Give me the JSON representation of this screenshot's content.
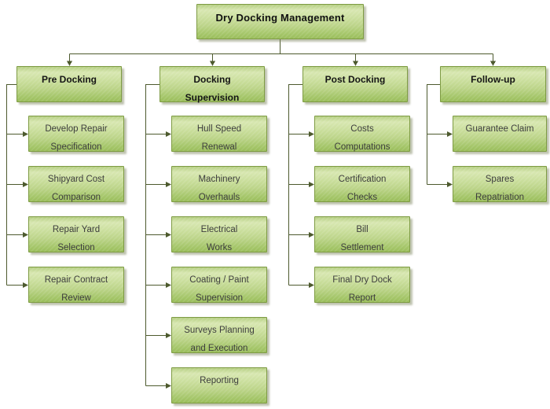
{
  "title": "Dry Docking Management",
  "colors": {
    "box_border": "#7e9b44",
    "box_gradient_light": "#d8e7b1",
    "box_gradient_dark": "#9abd5b",
    "connector": "#4d5a2e",
    "header_text": "#151515",
    "item_text": "#3d3d3d",
    "background": "#ffffff"
  },
  "columns": [
    {
      "title": "Pre Docking",
      "items": [
        "Develop Repair\nSpecification",
        "Shipyard Cost\nComparison",
        "Repair Yard\nSelection",
        "Repair Contract\nReview"
      ]
    },
    {
      "title": "Docking\nSupervision",
      "items": [
        "Hull Speed\nRenewal",
        "Machinery\nOverhauls",
        "Electrical\nWorks",
        "Coating / Paint\nSupervision",
        "Surveys Planning\nand Execution",
        "Reporting"
      ]
    },
    {
      "title": "Post Docking",
      "items": [
        "Costs\nComputations",
        "Certification\nChecks",
        "Bill\nSettlement",
        "Final Dry Dock\nReport"
      ]
    },
    {
      "title": "Follow-up",
      "items": [
        "Guarantee Claim",
        "Spares\nRepatriation"
      ]
    }
  ]
}
